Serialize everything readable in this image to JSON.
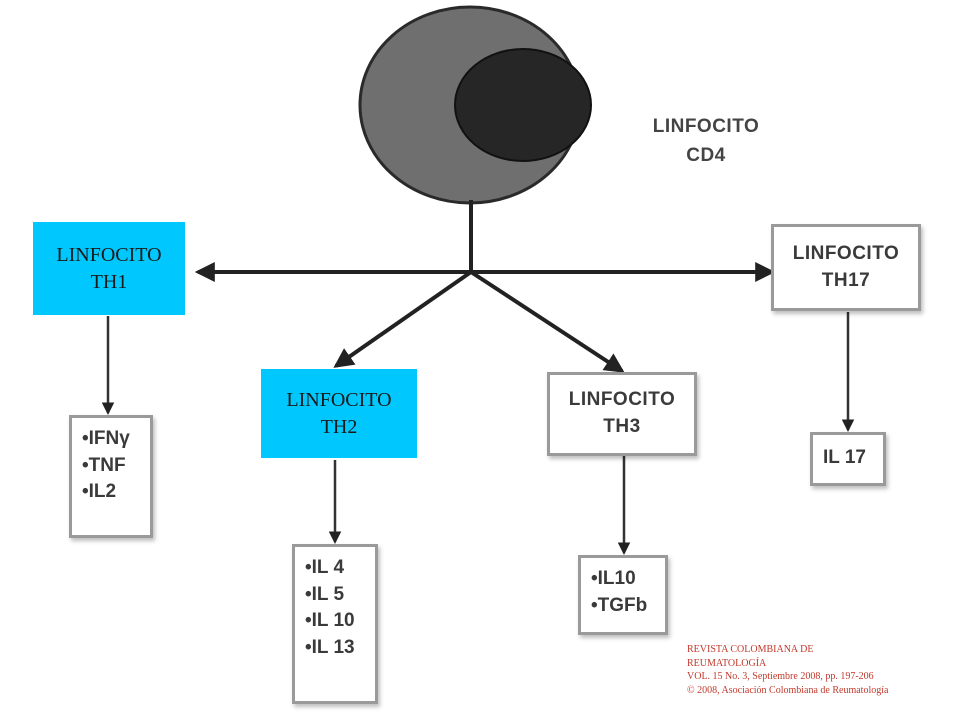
{
  "cell": {
    "label_line1": "LINFOCITO",
    "label_line2": "CD4"
  },
  "th1": {
    "line1": "LINFOCITO",
    "line2": "TH1"
  },
  "th2": {
    "line1": "LINFOCITO",
    "line2": "TH2"
  },
  "th3": {
    "line1": "LINFOCITO",
    "line2": "TH3"
  },
  "th17": {
    "line1": "LINFOCITO",
    "line2": "TH17"
  },
  "cytokines": {
    "th1": [
      "•IFNγ",
      "•TNF",
      "•IL2"
    ],
    "th2": [
      "•IL 4",
      "•IL 5",
      "•IL 10",
      "•IL 13"
    ],
    "th3": [
      "•IL10",
      "•TGFb"
    ],
    "th17": [
      "IL 17"
    ]
  },
  "credit": {
    "line1": "REVISTA COLOMBIANA DE",
    "line2": "REUMATOLOGÍA",
    "line3": "VOL. 15 No. 3, Septiembre 2008, pp. 197-206",
    "line4": "© 2008, Asociación Colombiana de Reumatología"
  },
  "colors": {
    "highlight": "#00c8ff",
    "cell_outer": "#6f6f6f",
    "cell_nucleus": "#262626",
    "credit_text": "#c0392b"
  }
}
